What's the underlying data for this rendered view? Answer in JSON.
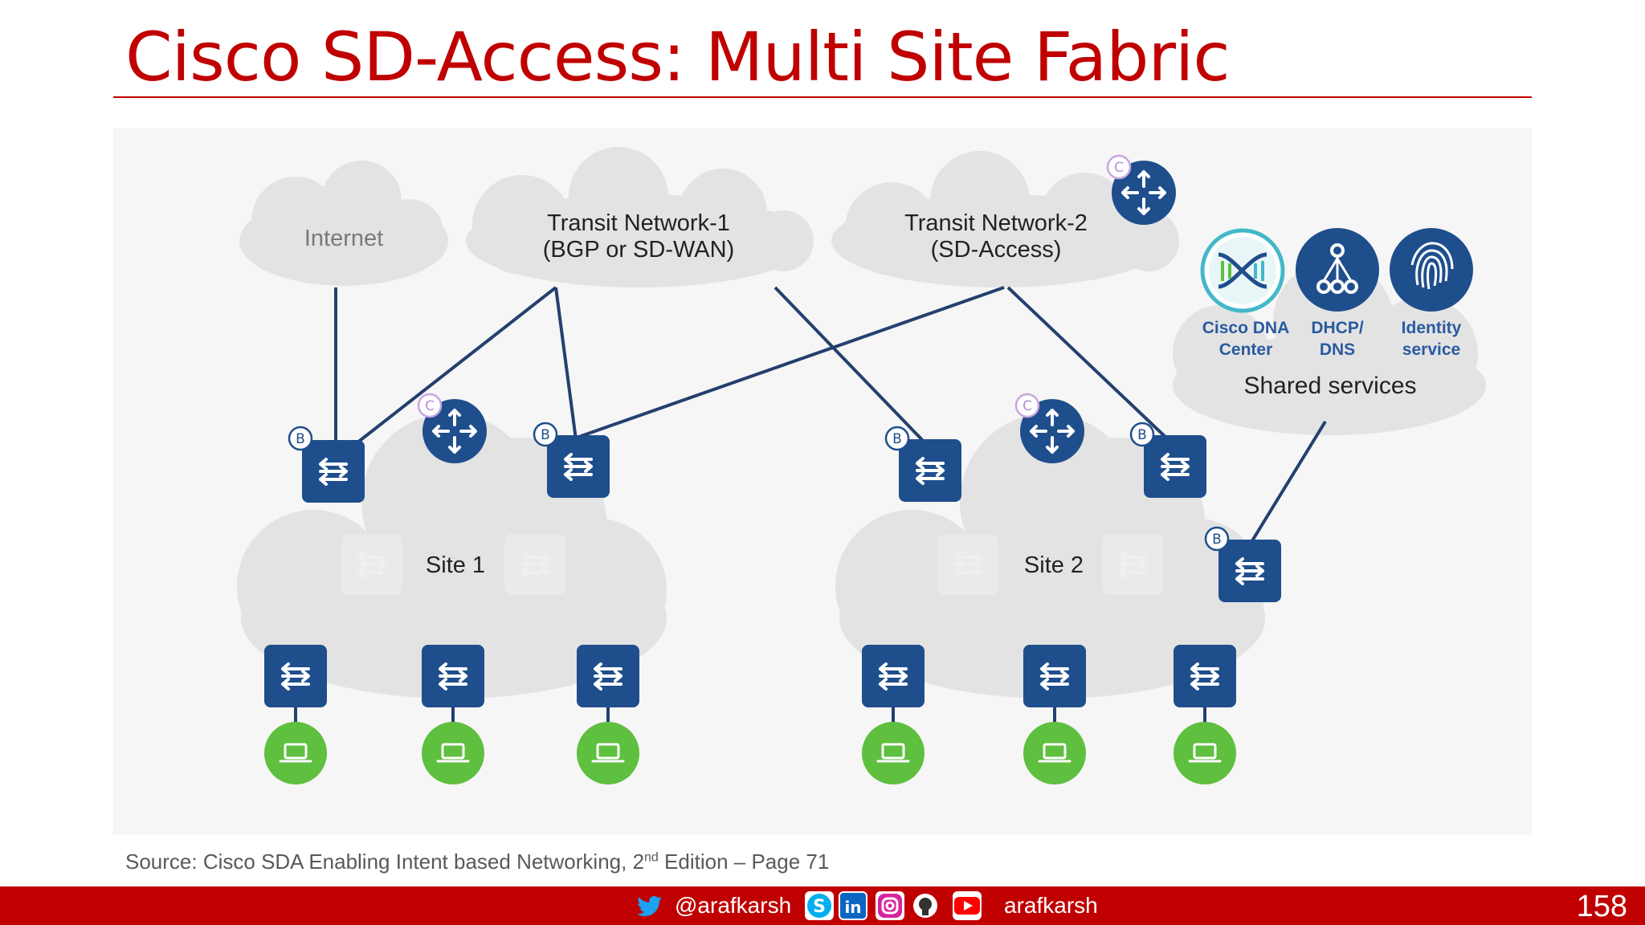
{
  "slide": {
    "title": "Cisco SD-Access: Multi Site Fabric",
    "source_prefix": "Source: Cisco SDA Enabling Intent based Networking, 2",
    "source_sup": "nd",
    "source_suffix": " Edition – Page 71",
    "page_number": "158"
  },
  "diagram": {
    "internet": "Internet",
    "transit1_line1": "Transit Network-1",
    "transit1_line2": "(BGP or SD-WAN)",
    "transit2_line1": "Transit Network-2",
    "transit2_line2": "(SD-Access)",
    "site1": "Site 1",
    "site2": "Site 2",
    "shared_services": "Shared services",
    "dna_line1": "Cisco DNA",
    "dna_line2": "Center",
    "dhcp_line1": "DHCP/",
    "dhcp_line2": "DNS",
    "identity_line1": "Identity",
    "identity_line2": "service",
    "badge_border": "B",
    "badge_control": "C"
  },
  "footer": {
    "twitter_handle": "@arafkarsh",
    "youtube_handle": "arafkarsh"
  },
  "colors": {
    "accent_red": "#c00000",
    "node_blue": "#1f4e8c",
    "endpoint_green": "#5fbf3f",
    "cloud_gray": "#e3e3e3"
  },
  "icons": [
    "twitter-icon",
    "skype-icon",
    "linkedin-icon",
    "instagram-icon",
    "github-icon",
    "youtube-icon",
    "switch-icon",
    "router-icon",
    "laptop-icon",
    "fingerprint-icon",
    "dna-icon",
    "tree-icon"
  ]
}
